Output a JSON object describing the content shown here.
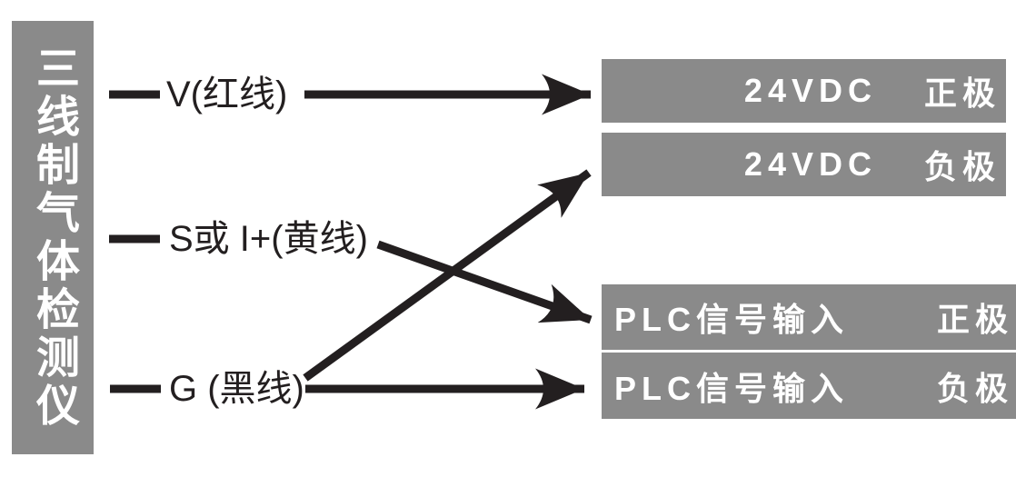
{
  "diagram": {
    "device": {
      "title": "三线制气体检测仪"
    },
    "wires": [
      {
        "id": "V",
        "label": "V(红线)"
      },
      {
        "id": "S",
        "label": "S或 I+(黄线)"
      },
      {
        "id": "G",
        "label": "G (黑线)"
      }
    ],
    "terminals": [
      {
        "id": "t1",
        "label": "24VDC",
        "polarity": "正极"
      },
      {
        "id": "t2",
        "label": "24VDC",
        "polarity": "负极"
      },
      {
        "id": "t3",
        "label": "PLC信号输入",
        "polarity": "正极"
      },
      {
        "id": "t4",
        "label": "PLC信号输入",
        "polarity": "负极"
      }
    ],
    "connections": [
      {
        "from": "V(红线)",
        "to": "24VDC 正极"
      },
      {
        "from": "G (黑线)",
        "to": "24VDC 负极"
      },
      {
        "from": "S或 I+(黄线)",
        "to": "PLC信号输入 正极"
      },
      {
        "from": "G (黑线)",
        "to": "PLC信号输入 负极"
      }
    ],
    "colors": {
      "panel_gray": "#8a8a8a",
      "line_black": "#231f20",
      "panel_text": "#ffffff",
      "label_text": "#231f20"
    }
  }
}
